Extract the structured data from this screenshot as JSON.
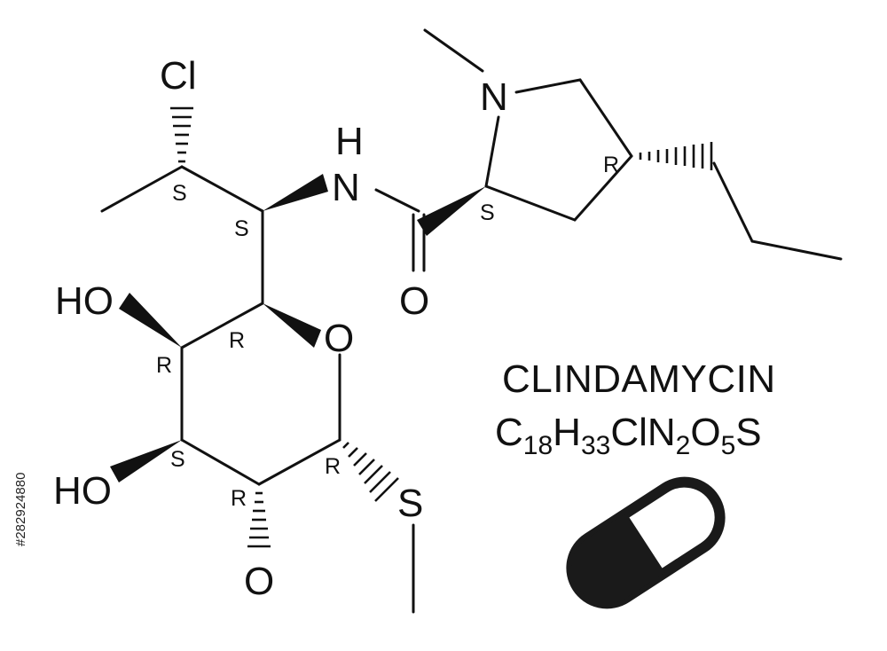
{
  "molecule": {
    "name": "CLINDAMYCIN",
    "formula": [
      {
        "text": "C",
        "sub": false
      },
      {
        "text": "18",
        "sub": true
      },
      {
        "text": "H",
        "sub": false
      },
      {
        "text": "33",
        "sub": true
      },
      {
        "text": "ClN",
        "sub": false
      },
      {
        "text": "2",
        "sub": true
      },
      {
        "text": "O",
        "sub": false
      },
      {
        "text": "5",
        "sub": true
      },
      {
        "text": "S",
        "sub": false
      }
    ]
  },
  "atoms": {
    "chlorine": "Cl",
    "amide_n": "N",
    "amide_h": "H",
    "pyrrolidine_n": "N",
    "carbonyl_o": "O",
    "ring_o": "O",
    "hydroxyl_top": "HO",
    "hydroxyl_bottom": "HO",
    "thio_s": "S",
    "hydroxyl_o_lower": "O"
  },
  "stereocenters": {
    "c_cl": "S",
    "c_n": "S",
    "c_pyr_alpha": "S",
    "c_pyr_propyl": "R",
    "c5": "R",
    "c4": "R",
    "c3": "S",
    "c2": "R",
    "c1": "R"
  },
  "icons": {
    "capsule": "pill-capsule-icon"
  },
  "stock_id": "#282924880"
}
